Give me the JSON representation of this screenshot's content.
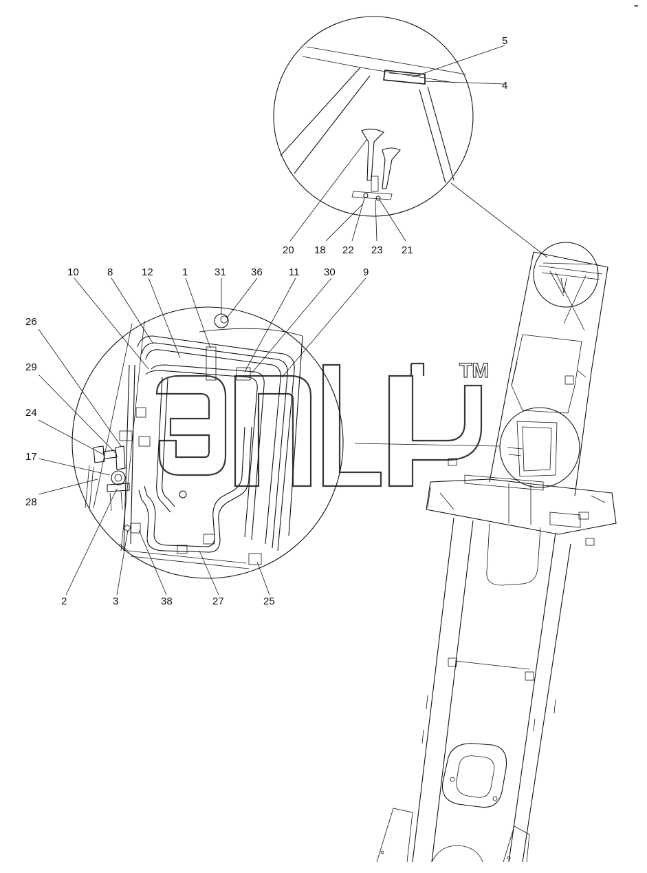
{
  "corner_mark": "⬌",
  "watermark": {
    "trademark": "TM"
  },
  "callouts": [
    {
      "id": "c5",
      "text": "5"
    },
    {
      "id": "c4",
      "text": "4"
    },
    {
      "id": "c20",
      "text": "20"
    },
    {
      "id": "c18",
      "text": "18"
    },
    {
      "id": "c22",
      "text": "22"
    },
    {
      "id": "c23",
      "text": "23"
    },
    {
      "id": "c21",
      "text": "21"
    },
    {
      "id": "c10",
      "text": "10"
    },
    {
      "id": "c8",
      "text": "8"
    },
    {
      "id": "c12",
      "text": "12"
    },
    {
      "id": "c1",
      "text": "1"
    },
    {
      "id": "c31",
      "text": "31"
    },
    {
      "id": "c36",
      "text": "36"
    },
    {
      "id": "c11",
      "text": "11"
    },
    {
      "id": "c30",
      "text": "30"
    },
    {
      "id": "c9",
      "text": "9"
    },
    {
      "id": "c26",
      "text": "26"
    },
    {
      "id": "c29",
      "text": "29"
    },
    {
      "id": "c24",
      "text": "24"
    },
    {
      "id": "c17",
      "text": "17"
    },
    {
      "id": "c28",
      "text": "28"
    },
    {
      "id": "c2",
      "text": "2"
    },
    {
      "id": "c3",
      "text": "3"
    },
    {
      "id": "c38",
      "text": "38"
    },
    {
      "id": "c27",
      "text": "27"
    },
    {
      "id": "c25",
      "text": "25"
    }
  ]
}
